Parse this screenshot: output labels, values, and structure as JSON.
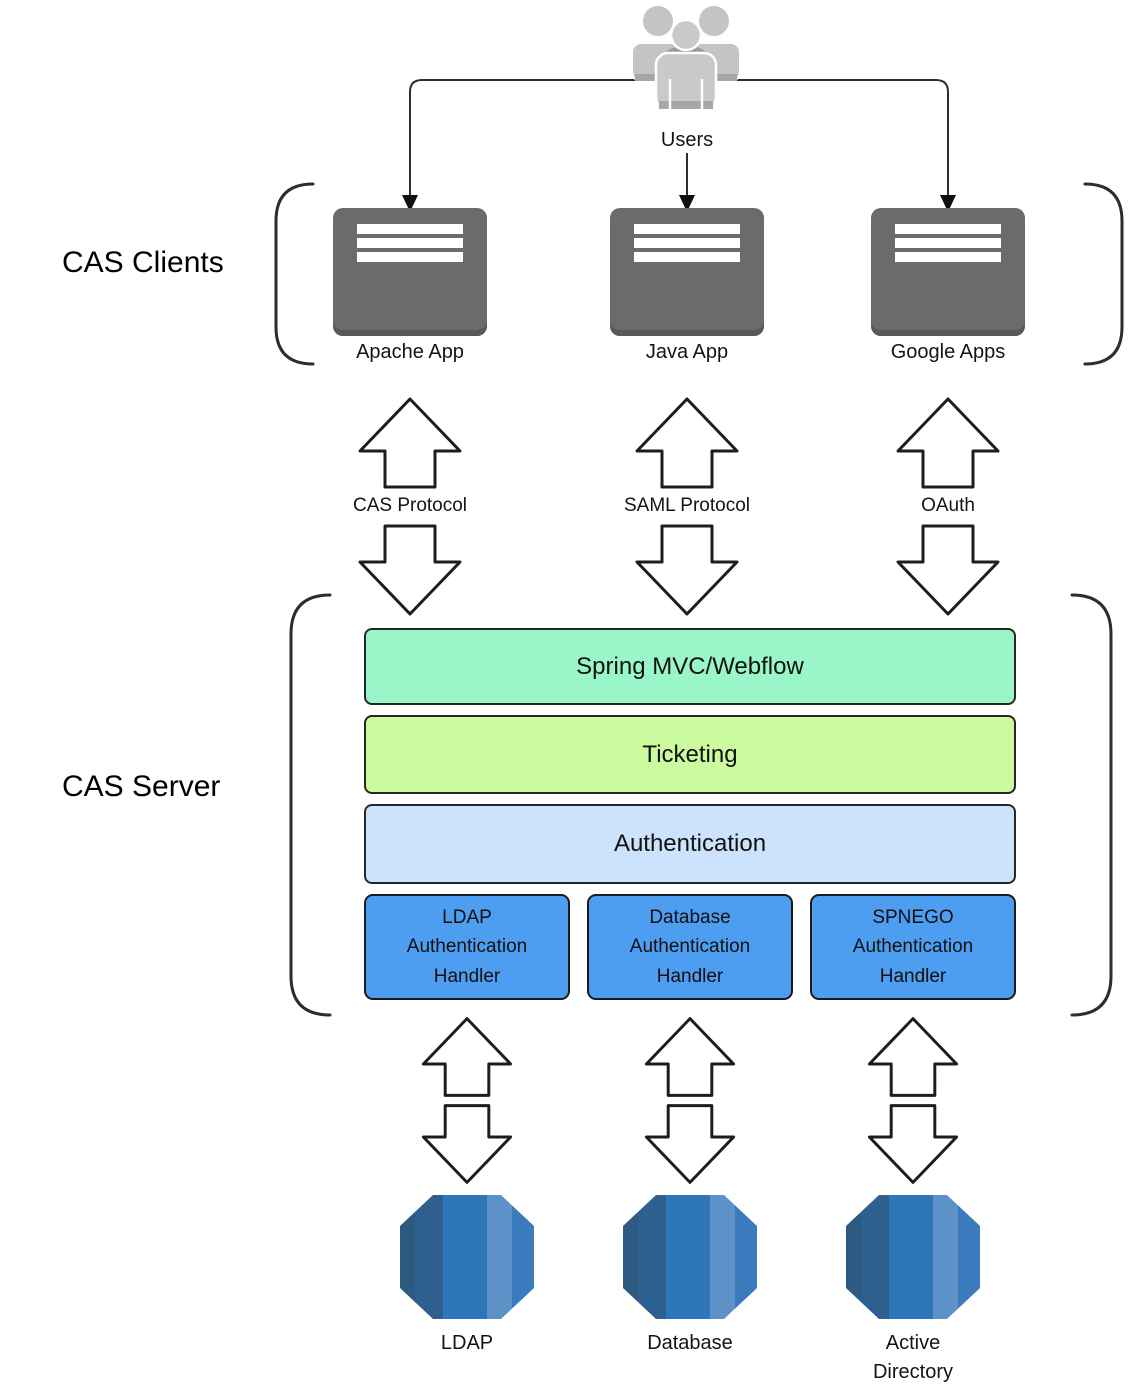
{
  "users": {
    "label": "Users",
    "icon": "users-group-icon",
    "icon_color": "#c7c7c7"
  },
  "clients": {
    "section_label": "CAS Clients",
    "apps": [
      {
        "label": "Apache App",
        "icon": "app-server-icon"
      },
      {
        "label": "Java App",
        "icon": "app-server-icon"
      },
      {
        "label": "Google Apps",
        "icon": "app-server-icon"
      }
    ],
    "box_color": "#6b6b6b"
  },
  "protocols": [
    {
      "label": "CAS Protocol"
    },
    {
      "label": "SAML Protocol"
    },
    {
      "label": "OAuth"
    }
  ],
  "server": {
    "section_label": "CAS Server",
    "layers": [
      {
        "label": "Spring MVC/Webflow",
        "color": "#99f6c9"
      },
      {
        "label": "Ticketing",
        "color": "#cbfb9e"
      },
      {
        "label": "Authentication",
        "color": "#cde3fb"
      }
    ],
    "handlers": [
      {
        "label": "LDAP\nAuthentication\nHandler"
      },
      {
        "label": "Database\nAuthentication\nHandler"
      },
      {
        "label": "SPNEGO\nAuthentication\nHandler"
      }
    ],
    "handler_color": "#4d9df0"
  },
  "datastores": [
    {
      "label": "LDAP",
      "icon": "database-icon"
    },
    {
      "label": "Database",
      "icon": "database-icon"
    },
    {
      "label": "Active\nDirectory",
      "icon": "database-icon"
    }
  ],
  "datastore_stripe_colors": [
    "#2c5a80",
    "#2d608e",
    "#2e76b8",
    "#5d92c8",
    "#3b7abc"
  ],
  "icons": {
    "users": "users-group-icon",
    "client_app": "app-server-icon",
    "arrow_up": "block-arrow-up-icon",
    "arrow_down": "block-arrow-down-icon",
    "datastore": "database-icon",
    "connector_arrowhead": "arrowhead-down-icon"
  },
  "line_color": "#2d2d2d"
}
